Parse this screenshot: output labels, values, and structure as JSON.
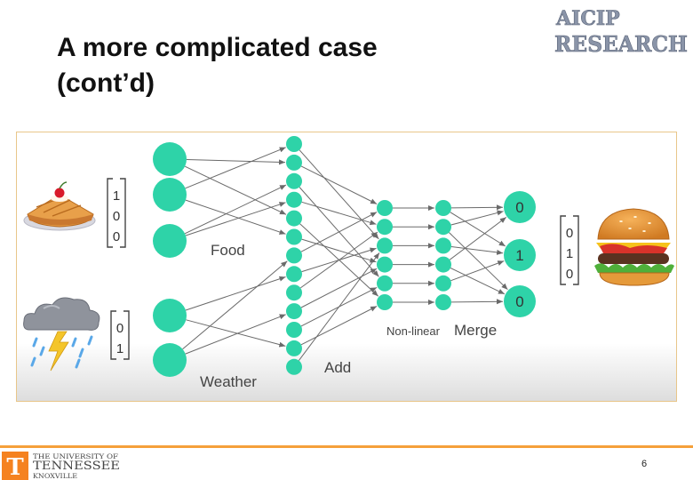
{
  "slide": {
    "title_line1": "A more complicated case",
    "title_line2": "(cont’d)",
    "page_number": "6"
  },
  "logo": {
    "line1": "AICIP",
    "line2": "RESEARCH"
  },
  "university_logo": {
    "mark": "T",
    "line1": "THE UNIVERSITY OF",
    "line2": "TENNESSEE",
    "line3": "KNOXVILLE"
  },
  "diagram": {
    "food_vector": [
      "1",
      "0",
      "0"
    ],
    "weather_vector": [
      "0",
      "1"
    ],
    "output_values": [
      "0",
      "1",
      "0"
    ],
    "result_vector": [
      "0",
      "1",
      "0"
    ],
    "labels": {
      "food": "Food",
      "weather": "Weather",
      "add": "Add",
      "non_linear": "Non-linear",
      "merge": "Merge"
    },
    "images": [
      "pie",
      "storm-cloud",
      "hamburger"
    ]
  },
  "colors": {
    "node": "#2ed3a8",
    "edge": "#6a6a6a",
    "bracket": "#444444",
    "frame_border": "#e8c68a",
    "footer_accent": "#f5a03a",
    "ut_orange": "#f58220"
  }
}
